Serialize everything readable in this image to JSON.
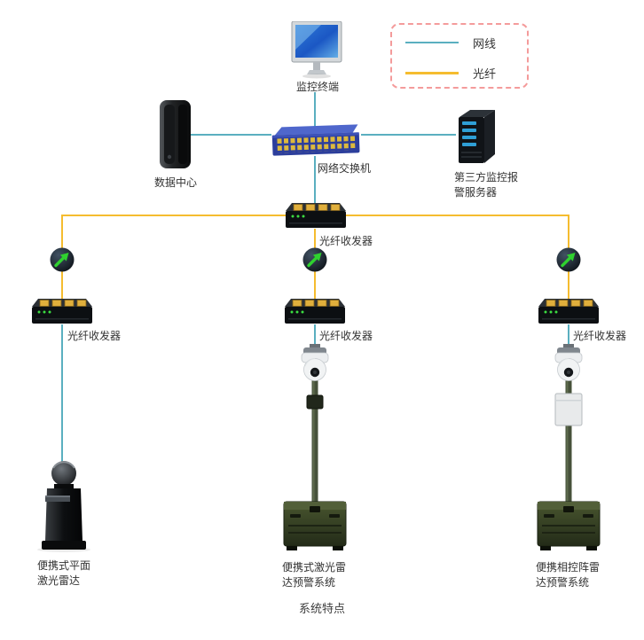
{
  "colors": {
    "network_line": "#5aafc0",
    "fiber_line": "#f5bc2f",
    "legend_border": "#f49b9b"
  },
  "legend": {
    "items": [
      {
        "label": "网线",
        "color": "#5aafc0"
      },
      {
        "label": "光纤",
        "color": "#f5bc2f"
      }
    ]
  },
  "nodes": {
    "monitor": {
      "label": "监控终端"
    },
    "data_center": {
      "label": "数据中心"
    },
    "switch": {
      "label": "网络交换机"
    },
    "server": {
      "line1": "第三方监控报",
      "line2": "警服务器"
    },
    "transceiver_main": {
      "label": "光纤收发器"
    },
    "transceiver_left": {
      "label": "光纤收发器"
    },
    "transceiver_mid": {
      "label": "光纤收发器"
    },
    "transceiver_right": {
      "label": "光纤收发器"
    },
    "device_left": {
      "line1": "便携式平面",
      "line2": "激光雷达"
    },
    "device_mid": {
      "line1": "便携式激光雷",
      "line2": "达预警系统"
    },
    "device_right": {
      "line1": "便携相控阵雷",
      "line2": "达预警系统"
    }
  },
  "footer": {
    "title": "系统特点"
  }
}
